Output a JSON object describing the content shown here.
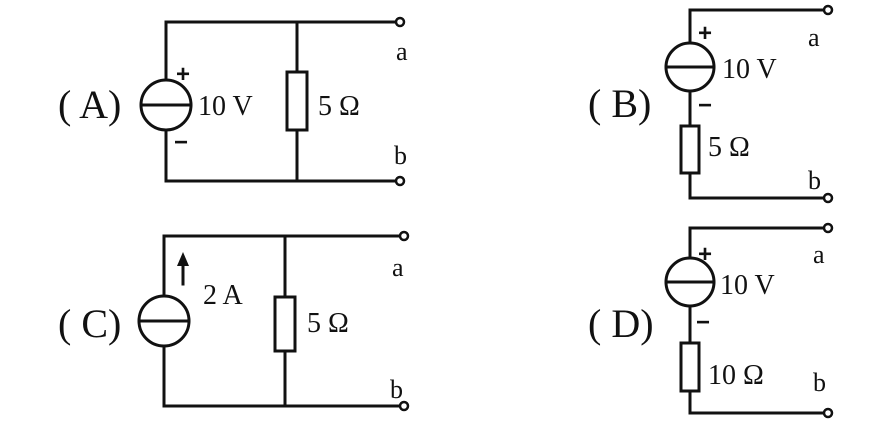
{
  "circuits": {
    "A": {
      "option_label": "( A)",
      "source_value": "10 V",
      "source_plus": "+",
      "source_minus": "−",
      "resistor_value": "5 Ω",
      "terminal_a": "a",
      "terminal_b": "b"
    },
    "B": {
      "option_label": "( B)",
      "source_value": "10 V",
      "source_plus": "+",
      "source_minus": "−",
      "resistor_value": "5 Ω",
      "terminal_a": "a",
      "terminal_b": "b"
    },
    "C": {
      "option_label": "( C)",
      "source_value": "2 A",
      "resistor_value": "5 Ω",
      "terminal_a": "a",
      "terminal_b": "b"
    },
    "D": {
      "option_label": "( D)",
      "source_value": "10 V",
      "source_plus": "+",
      "source_minus": "−",
      "resistor_value": "10 Ω",
      "terminal_a": "a",
      "terminal_b": "b"
    }
  }
}
